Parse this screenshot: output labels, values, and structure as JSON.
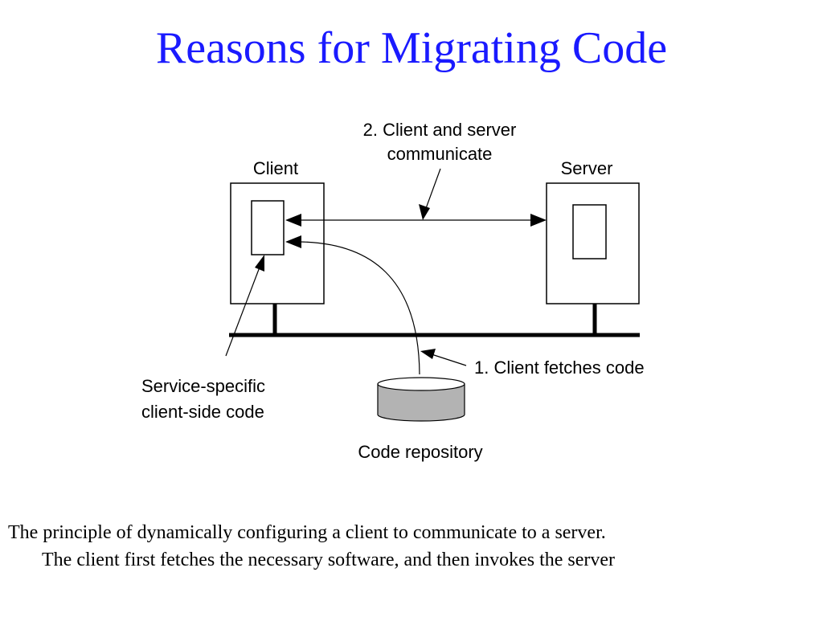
{
  "slide": {
    "title": "Reasons for Migrating Code",
    "caption_line1": "The principle of dynamically configuring a client to communicate to a server.",
    "caption_line2": "The client first fetches the necessary software, and then invokes the server"
  },
  "diagram": {
    "label_client": "Client",
    "label_server": "Server",
    "label_communicate_line1": "2. Client and server",
    "label_communicate_line2": "communicate",
    "label_fetch": "1. Client fetches code",
    "label_code_line1": "Service-specific",
    "label_code_line2": "client-side code",
    "label_repository": "Code repository",
    "colors": {
      "title": "#1a1aff",
      "repository_fill": "#b3b3b3",
      "line": "#000000"
    }
  }
}
